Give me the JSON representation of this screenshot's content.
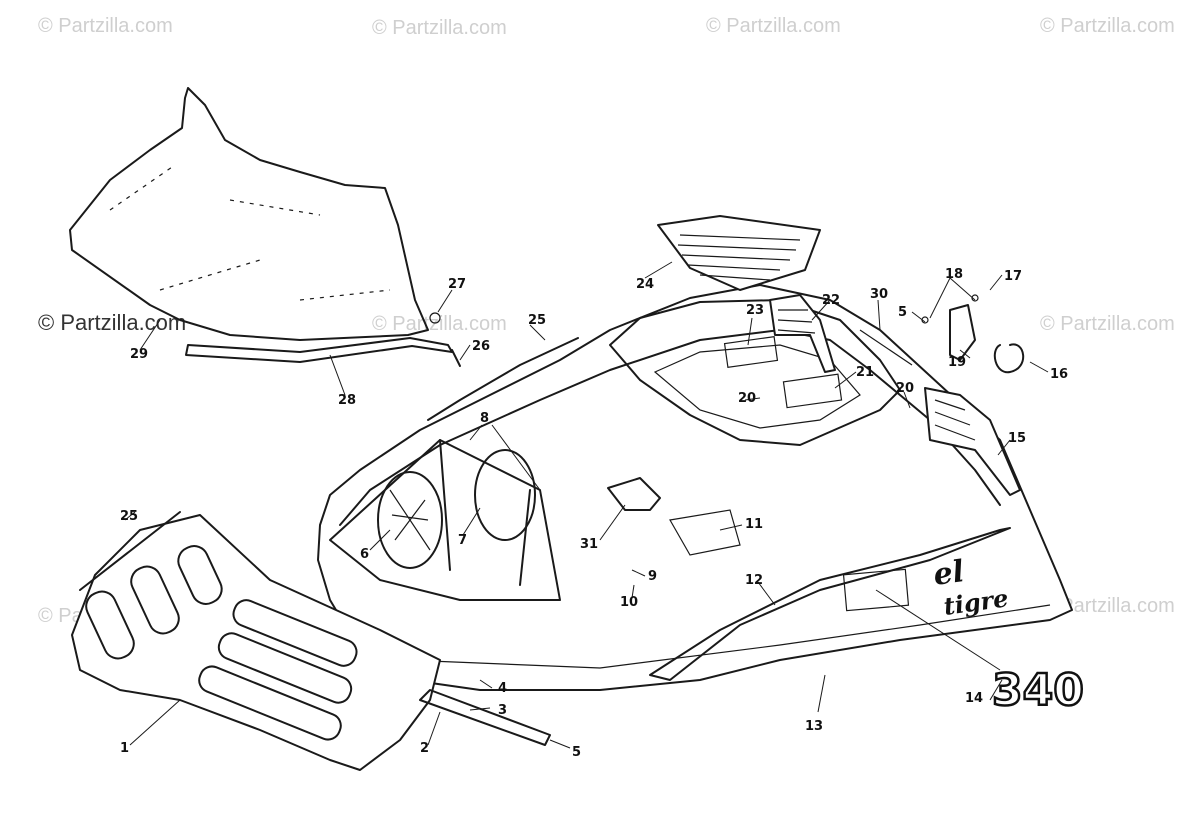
{
  "watermarks": {
    "light": "© Partzilla.com",
    "dark": "© Partzilla.com"
  },
  "decals": {
    "model_name_line1": "el",
    "model_name_line2": "tigre",
    "model_number": "340"
  },
  "callouts": [
    {
      "id": "c1",
      "label": "1"
    },
    {
      "id": "c2",
      "label": "2"
    },
    {
      "id": "c3",
      "label": "3"
    },
    {
      "id": "c4",
      "label": "4"
    },
    {
      "id": "c5a",
      "label": "5"
    },
    {
      "id": "c5b",
      "label": "5"
    },
    {
      "id": "c6",
      "label": "6"
    },
    {
      "id": "c7",
      "label": "7"
    },
    {
      "id": "c8",
      "label": "8"
    },
    {
      "id": "c9",
      "label": "9"
    },
    {
      "id": "c10",
      "label": "10"
    },
    {
      "id": "c11",
      "label": "11"
    },
    {
      "id": "c12",
      "label": "12"
    },
    {
      "id": "c13",
      "label": "13"
    },
    {
      "id": "c14",
      "label": "14"
    },
    {
      "id": "c15",
      "label": "15"
    },
    {
      "id": "c16",
      "label": "16"
    },
    {
      "id": "c17",
      "label": "17"
    },
    {
      "id": "c18",
      "label": "18"
    },
    {
      "id": "c19",
      "label": "19"
    },
    {
      "id": "c20a",
      "label": "20"
    },
    {
      "id": "c20b",
      "label": "20"
    },
    {
      "id": "c21",
      "label": "21"
    },
    {
      "id": "c22",
      "label": "22"
    },
    {
      "id": "c23",
      "label": "23"
    },
    {
      "id": "c24",
      "label": "24"
    },
    {
      "id": "c25a",
      "label": "25"
    },
    {
      "id": "c25b",
      "label": "25"
    },
    {
      "id": "c26",
      "label": "26"
    },
    {
      "id": "c27",
      "label": "27"
    },
    {
      "id": "c28",
      "label": "28"
    },
    {
      "id": "c29",
      "label": "29"
    },
    {
      "id": "c30",
      "label": "30"
    },
    {
      "id": "c31",
      "label": "31"
    }
  ]
}
